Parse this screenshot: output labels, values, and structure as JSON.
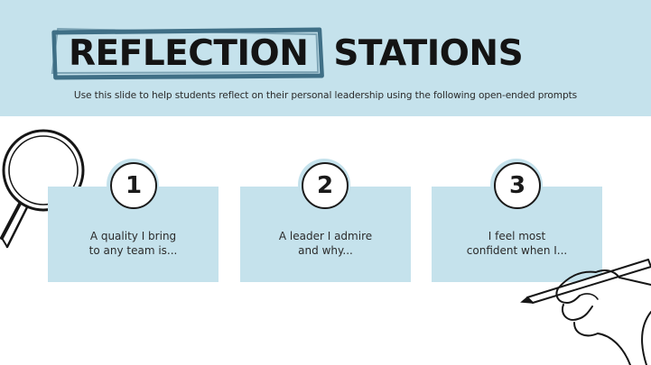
{
  "slide": {
    "title_word_1": "REFLECTION",
    "title_word_2": "STATIONS",
    "subtitle": "Use this slide to help students reflect on their personal leadership using the following open-ended prompts"
  },
  "stations": [
    {
      "number": "1",
      "line1": "A quality I bring",
      "line2": "to any team is..."
    },
    {
      "number": "2",
      "line1": "A leader I admire",
      "line2": "and why..."
    },
    {
      "number": "3",
      "line1": "I feel most",
      "line2": "confident when I..."
    }
  ],
  "icons": {
    "left": "magnifying-glass-icon",
    "right": "hand-writing-icon"
  },
  "colors": {
    "accent_background": "#c5e2ec",
    "title_frame": "#3f6f86",
    "ink": "#1a1a1a"
  }
}
